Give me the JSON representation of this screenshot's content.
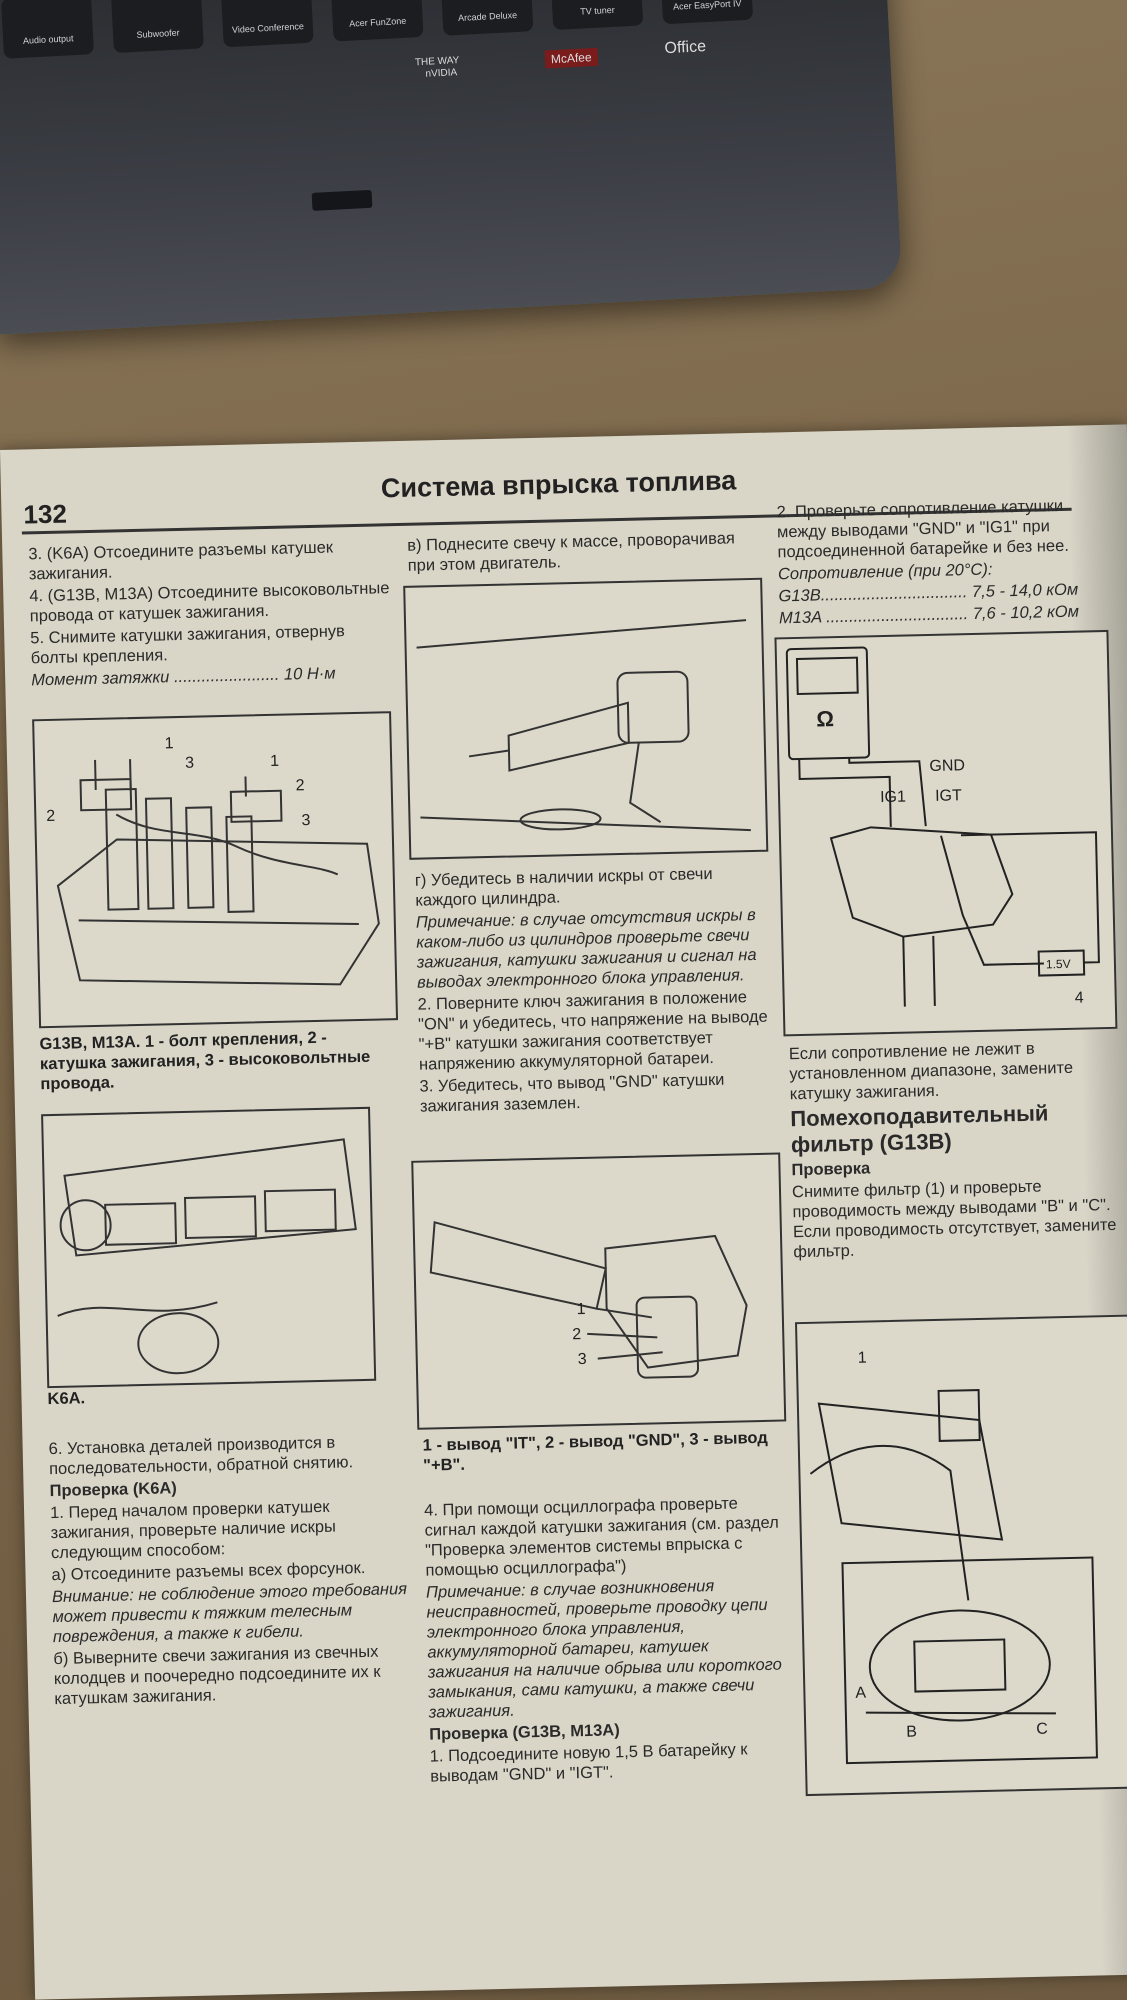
{
  "laptop": {
    "stickers": [
      "Audio output",
      "Subwoofer",
      "Video Conference",
      "Acer FunZone",
      "Arcade Deluxe",
      "TV tuner",
      "Acer EasyPort IV"
    ],
    "brands": [
      "THE WAY",
      "nVIDIA",
      "McAfee",
      "Office"
    ]
  },
  "page": {
    "number": "132",
    "title": "Система впрыска топлива"
  },
  "col1": {
    "step3": "3. (K6A) Отсоедините разъемы катушек зажигания.",
    "step4": "4. (G13B, M13A) Отсоедините высоковольтные провода от катушек зажигания.",
    "step5": "5. Снимите катушки зажигания, отвернув болты крепления.",
    "torque": "Момент затяжки ....................... 10 Н·м",
    "fig1_caption": "G13B, M13A. 1 - болт крепления, 2 - катушка зажигания, 3 - высоковольтные провода.",
    "fig2_caption": "K6A.",
    "step6": "6. Установка деталей производится в последовательности, обратной снятию.",
    "check_heading": "Проверка (K6A)",
    "check1": "1. Перед началом проверки катушек зажигания, проверьте наличие искры следующим способом:",
    "check1a": "а) Отсоедините разъемы всех форсунок.",
    "warning": "Внимание: не соблюдение этого требования может привести к тяжким телесным повреждения, а также к гибели.",
    "check1b": "б) Выверните свечи зажигания из свечных колодцев и поочередно подсоедините их к катушкам зажигания."
  },
  "col2": {
    "stepB": "в) Поднесите свечу к массе, проворачивая при этом двигатель.",
    "stepG": "г) Убедитесь в наличии искры от свечи каждого цилиндра.",
    "note1": "Примечание: в случае отсутствия искры в каком-либо из цилиндров проверьте свечи зажигания, катушки зажигания и сигнал на выводах электронного блока управления.",
    "step2": "2. Поверните ключ зажигания в положение \"ON\" и убедитесь, что напряжение на выводе \"+B\" катушки зажигания соответствует напряжению аккумуляторной батареи.",
    "step3": "3. Убедитесь, что вывод \"GND\" катушки зажигания заземлен.",
    "fig_caption": "1 - вывод \"IT\", 2 - вывод \"GND\", 3 - вывод \"+B\".",
    "step4": "4. При помощи осциллографа проверьте сигнал каждой катушки зажигания (см. раздел \"Проверка элементов системы впрыска с помощью осциллографа\")",
    "note2": "Примечание: в случае возникновения неисправностей, проверьте проводку цепи электронного блока управления, аккумуляторной батареи, катушек зажигания на наличие обрыва или короткого замыкания, сами катушки, а также свечи зажигания.",
    "check_heading": "Проверка (G13B, M13A)",
    "check1": "1. Подсоедините новую 1,5 В батарейку к выводам \"GND\" и \"IGT\"."
  },
  "col3": {
    "step2": "2. Проверьте сопротивление катушки между выводами \"GND\" и \"IG1\" при подсоединенной батарейке и без нее.",
    "resistance_title": "Сопротивление (при 20°С):",
    "g13b": "G13B................................ 7,5 - 14,0 кОм",
    "m13a": "M13A ............................... 7,6 - 10,2 кОм",
    "after_fig": "Если сопротивление не лежит в установленном диапазоне, замените катушку зажигания.",
    "section_heading": "Помехоподавительный фильтр (G13B)",
    "check_heading": "Проверка",
    "check_text": "Снимите фильтр (1) и проверьте проводимость между выводами \"B\" и \"C\". Если проводимость отсутствует, замените фильтр."
  },
  "figures": {
    "fig1_labels": [
      "1",
      "1",
      "2",
      "3",
      "2",
      "3"
    ],
    "meter_labels": [
      "Ω",
      "GND",
      "IG1",
      "IGT",
      "1.5V",
      "4"
    ],
    "filter_labels": [
      "1",
      "A",
      "B",
      "C"
    ],
    "coil_labels": [
      "1",
      "2",
      "3"
    ]
  }
}
